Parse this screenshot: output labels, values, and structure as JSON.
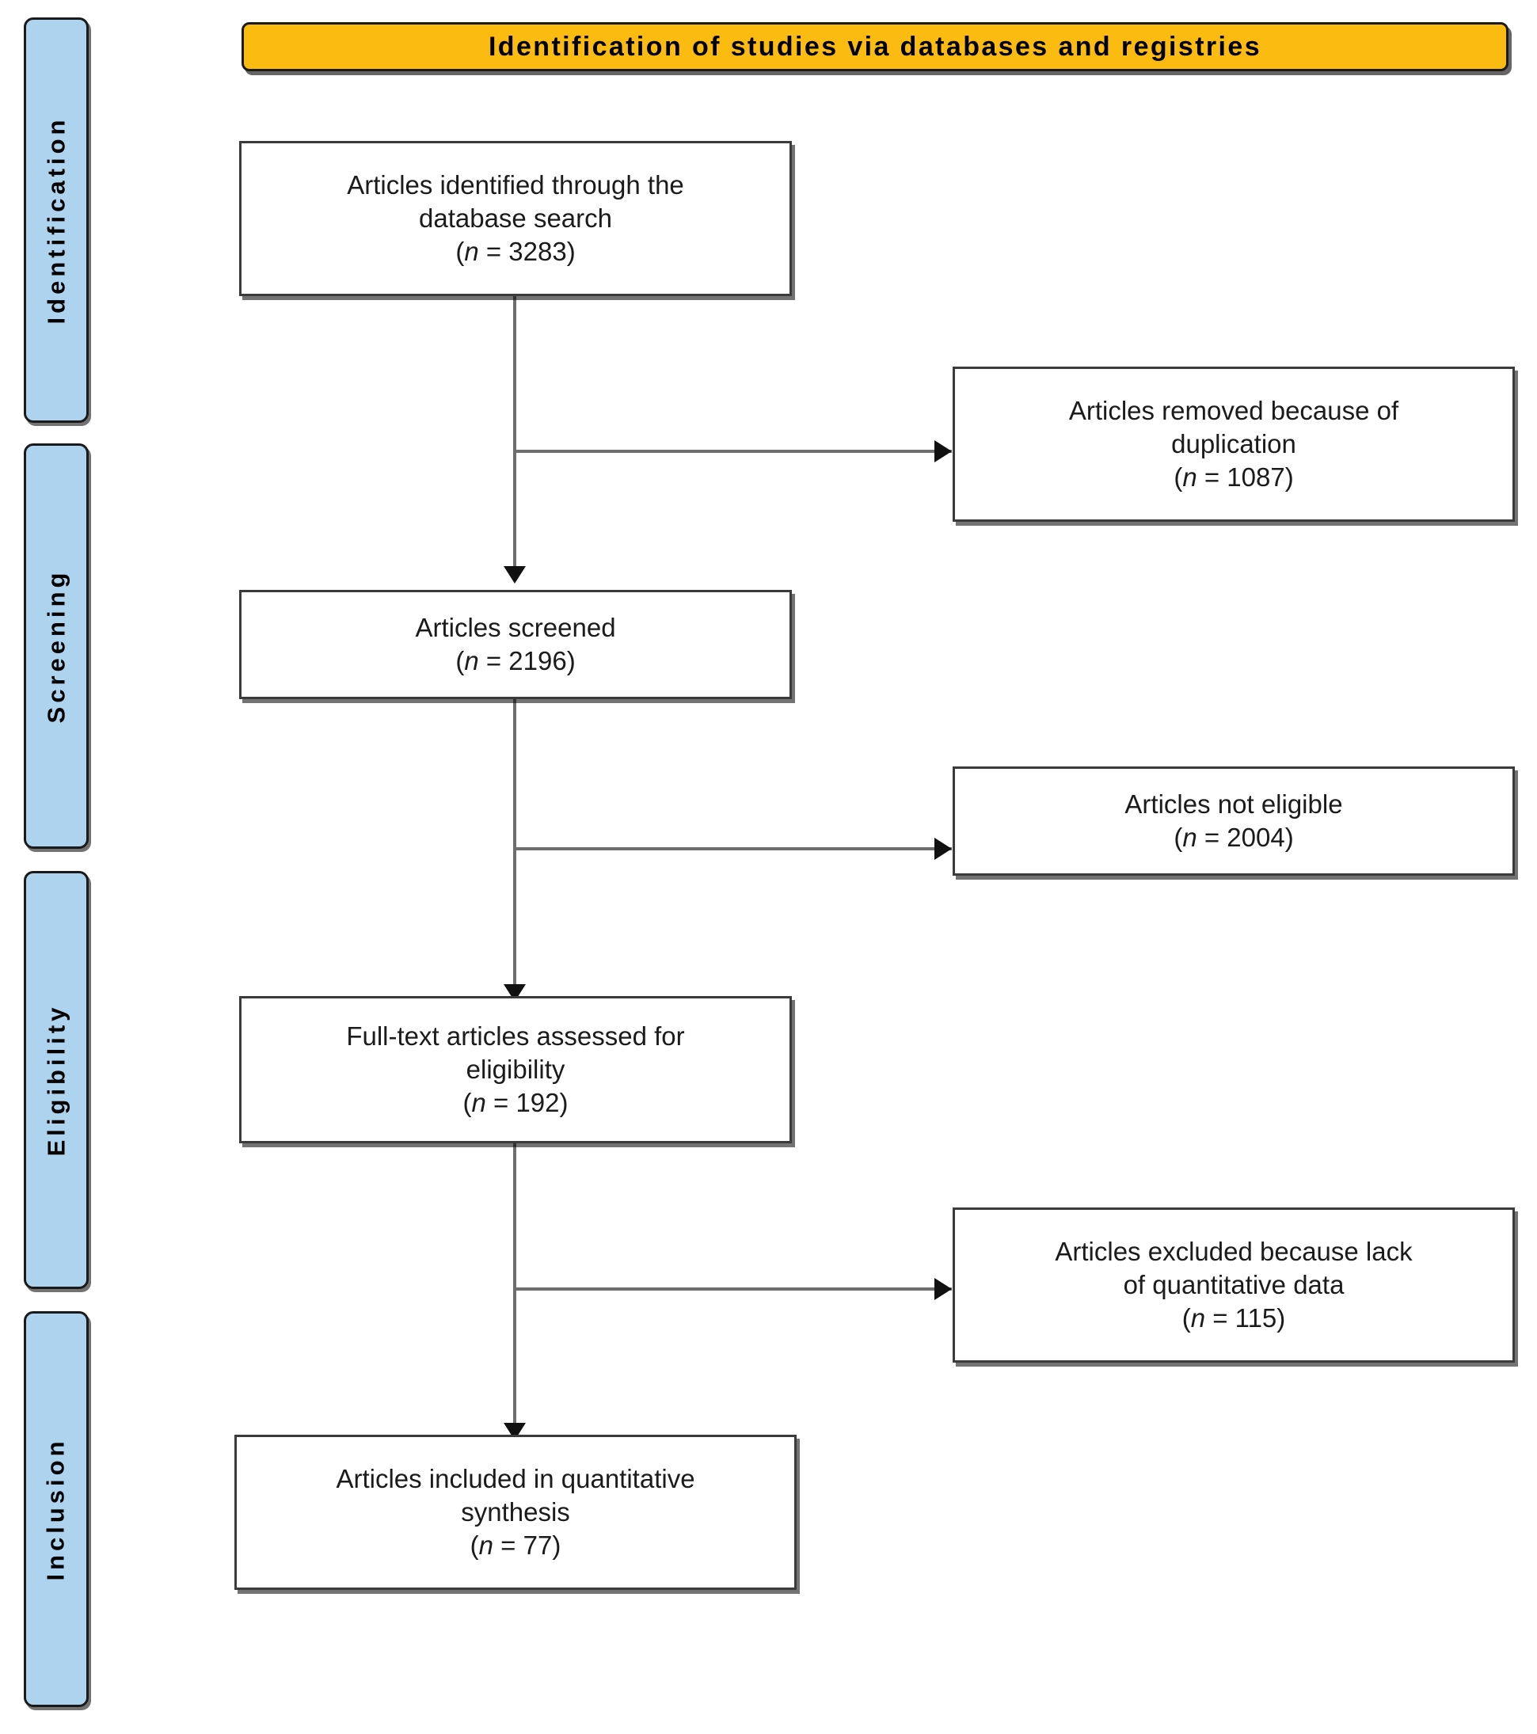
{
  "banner": {
    "title": "Identification of studies via databases and registries",
    "bg_color": "#fcbb11"
  },
  "phases": [
    {
      "id": "identification",
      "label": "Identification"
    },
    {
      "id": "screening",
      "label": "Screening"
    },
    {
      "id": "eligibility",
      "label": "Eligibility"
    },
    {
      "id": "inclusion",
      "label": "Inclusion"
    }
  ],
  "phase_bar_color": "#aed3ef",
  "nodes": {
    "identified": {
      "line1": "Articles identified through the",
      "line2": "database search",
      "n_prefix": "(",
      "n_italic": "n",
      "n_suffix": " = 3283)",
      "count": 3283
    },
    "removed_duplication": {
      "line1": "Articles removed because of",
      "line2": "duplication",
      "n_prefix": "(",
      "n_italic": "n",
      "n_suffix": " = 1087)",
      "count": 1087
    },
    "screened": {
      "line1": "Articles screened",
      "n_prefix": "(",
      "n_italic": "n",
      "n_suffix": " = 2196)",
      "count": 2196
    },
    "not_eligible": {
      "line1": "Articles not eligible",
      "n_prefix": "(",
      "n_italic": "n",
      "n_suffix": " = 2004)",
      "count": 2004
    },
    "full_text": {
      "line1": "Full-text articles assessed for",
      "line2": "eligibility",
      "n_prefix": "(",
      "n_italic": "n",
      "n_suffix": " = 192)",
      "count": 192
    },
    "excluded_quant": {
      "line1": "Articles excluded because lack",
      "line2": "of quantitative data",
      "n_prefix": "(",
      "n_italic": "n",
      "n_suffix": " = 115)",
      "count": 115
    },
    "included": {
      "line1": "Articles included in quantitative",
      "line2": "synthesis",
      "n_prefix": "(",
      "n_italic": "n",
      "n_suffix": " = 77)",
      "count": 77
    }
  },
  "chart_data": {
    "type": "diagram",
    "title": "Identification of studies via databases and registries",
    "flow": [
      {
        "stage": "Identification",
        "node": "Articles identified through the database search",
        "n": 3283
      },
      {
        "stage": "Identification",
        "node": "Articles removed because of duplication",
        "n": 1087,
        "branch": "excluded"
      },
      {
        "stage": "Screening",
        "node": "Articles screened",
        "n": 2196
      },
      {
        "stage": "Screening",
        "node": "Articles not eligible",
        "n": 2004,
        "branch": "excluded"
      },
      {
        "stage": "Eligibility",
        "node": "Full-text articles assessed for eligibility",
        "n": 192
      },
      {
        "stage": "Eligibility",
        "node": "Articles excluded because lack of quantitative data",
        "n": 115,
        "branch": "excluded"
      },
      {
        "stage": "Inclusion",
        "node": "Articles included in quantitative synthesis",
        "n": 77
      }
    ]
  }
}
